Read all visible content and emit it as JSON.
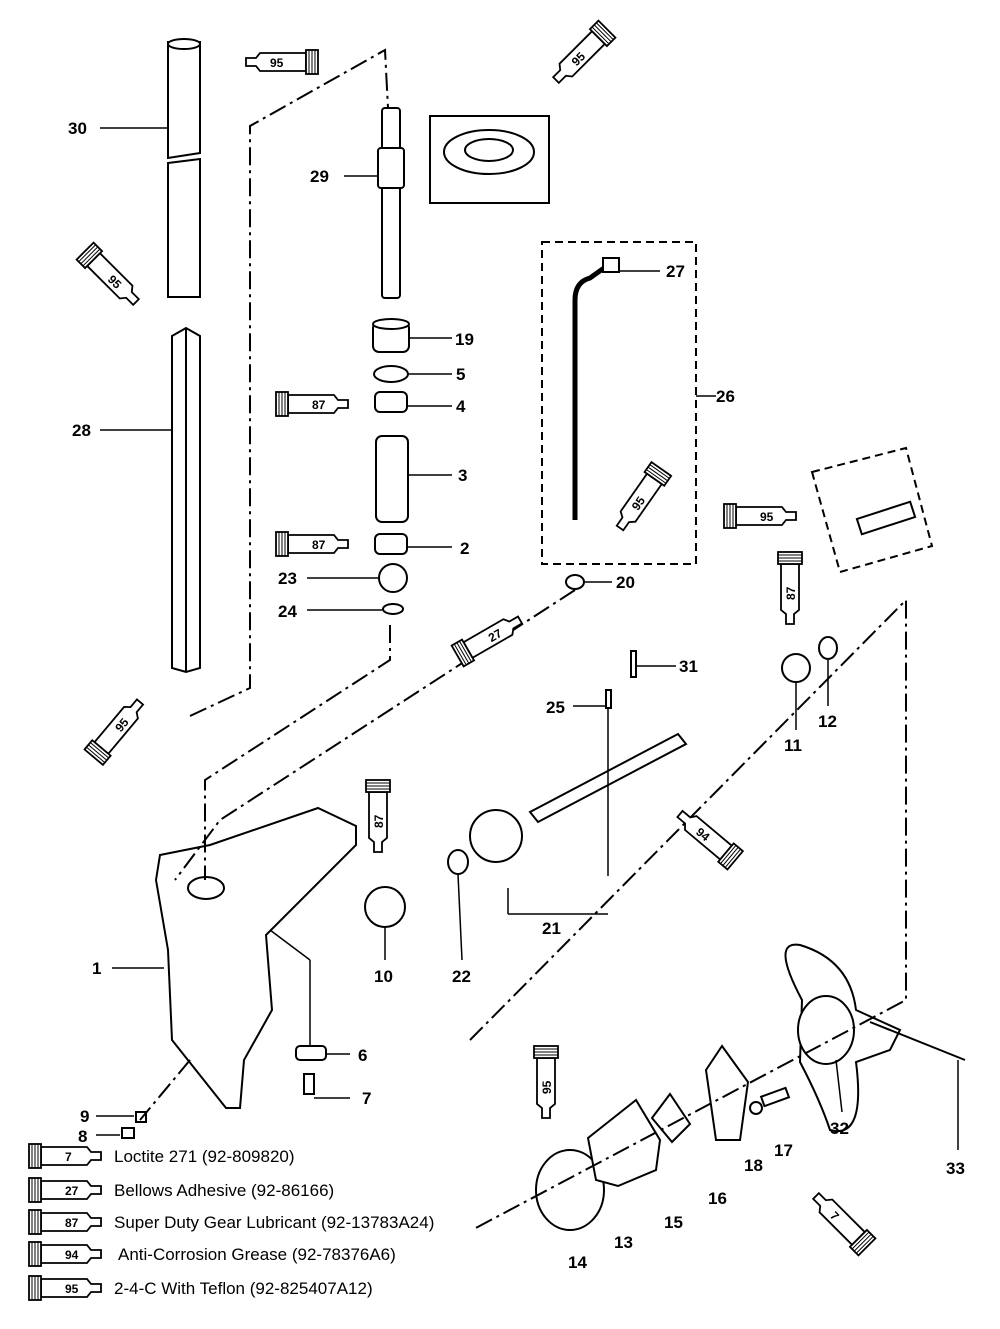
{
  "part_labels": {
    "p1": "1",
    "p2": "2",
    "p3": "3",
    "p4": "4",
    "p5": "5",
    "p6": "6",
    "p7": "7",
    "p8": "8",
    "p9": "9",
    "p10": "10",
    "p11": "11",
    "p12": "12",
    "p13": "13",
    "p14": "14",
    "p15": "15",
    "p16": "16",
    "p17": "17",
    "p18": "18",
    "p19": "19",
    "p20": "20",
    "p21": "21",
    "p22": "22",
    "p23": "23",
    "p24": "24",
    "p25": "25",
    "p26": "26",
    "p27": "27",
    "p28": "28",
    "p29": "29",
    "p30": "30",
    "p31": "31",
    "p32": "32",
    "p33": "33"
  },
  "tube_codes": {
    "t_95_top": "95",
    "t_95_seal": "95",
    "t_95_left": "95",
    "t_87_a": "87",
    "t_87_b": "87",
    "t_95_mid": "95",
    "t_95_right": "95",
    "t_87_c": "87",
    "t_27_a": "27",
    "t_95_bottom_left": "95",
    "t_87_d": "87",
    "t_94": "94",
    "t_95_low": "95",
    "t_7_low": "7"
  },
  "legend": [
    {
      "code": "7",
      "text": "Loctite 271 (92-809820)"
    },
    {
      "code": "27",
      "text": "Bellows Adhesive (92-86166)"
    },
    {
      "code": "87",
      "text": "Super Duty Gear Lubricant (92-13783A24)"
    },
    {
      "code": "94",
      "text": "Anti-Corrosion Grease (92-78376A6)"
    },
    {
      "code": "95",
      "text": "2-4-C  With Teflon (92-825407A12)"
    }
  ]
}
